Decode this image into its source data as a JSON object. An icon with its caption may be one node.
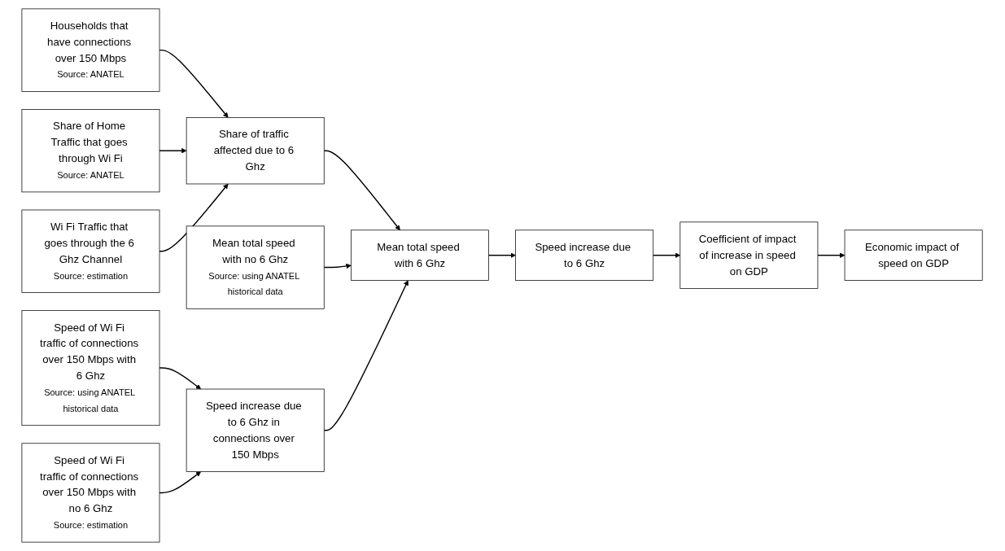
{
  "diagram": {
    "nodes": [
      {
        "text": [
          "Households that have connections over 150 Mbps",
          "Source: ANATEL"
        ]
      },
      {
        "text": [
          "Share of Home Traffic that goes through Wi Fi",
          "Source: ANATEL"
        ]
      },
      {
        "text": [
          "Wi Fi Traffic that goes through the 6 Ghz Channel",
          "Source: estimation"
        ]
      },
      {
        "text": [
          "Share of traffic affected due to 6 Ghz"
        ]
      },
      {
        "text": [
          "Mean total speed with no 6 Ghz",
          "Source: using ANATEL historical data"
        ]
      },
      {
        "text": [
          "Mean total speed with 6 Ghz"
        ]
      },
      {
        "text": [
          "Speed increase due to 6 Ghz in connections over 150 Mbps"
        ]
      },
      {
        "text": [
          "Speed of Wi Fi traffic of connections over 150 Mbps with 6 Ghz",
          "Source: using ANATEL historical data"
        ]
      },
      {
        "text": [
          "Speed of Wi Fi traffic of connections over 150 Mbps with no 6 Ghz",
          "Source: estimation"
        ]
      },
      {
        "text": [
          "Speed increase due to 6 Ghz"
        ]
      },
      {
        "text": [
          "Coefficient of impact of increase in speed on GDP"
        ]
      },
      {
        "text": [
          "Economic impact of speed on GDP"
        ]
      }
    ],
    "edges": [
      {
        "from": 0,
        "to": 3,
        "arrow": "to"
      },
      {
        "from": 1,
        "to": 3,
        "arrow": "to"
      },
      {
        "from": 2,
        "to": 3,
        "arrow": "to"
      },
      {
        "from": 3,
        "to": 5,
        "arrow": "to"
      },
      {
        "from": 4,
        "to": 5,
        "arrow": "to"
      },
      {
        "from": 6,
        "to": 5,
        "arrow": "to"
      },
      {
        "from": 7,
        "to": 6,
        "arrow": "to"
      },
      {
        "from": 8,
        "to": 6,
        "arrow": "to"
      },
      {
        "from": 5,
        "to": 9,
        "arrow": "to"
      },
      {
        "from": 9,
        "to": 10,
        "arrow": "to"
      },
      {
        "from": 10,
        "to": 11,
        "arrow": "to"
      }
    ]
  }
}
